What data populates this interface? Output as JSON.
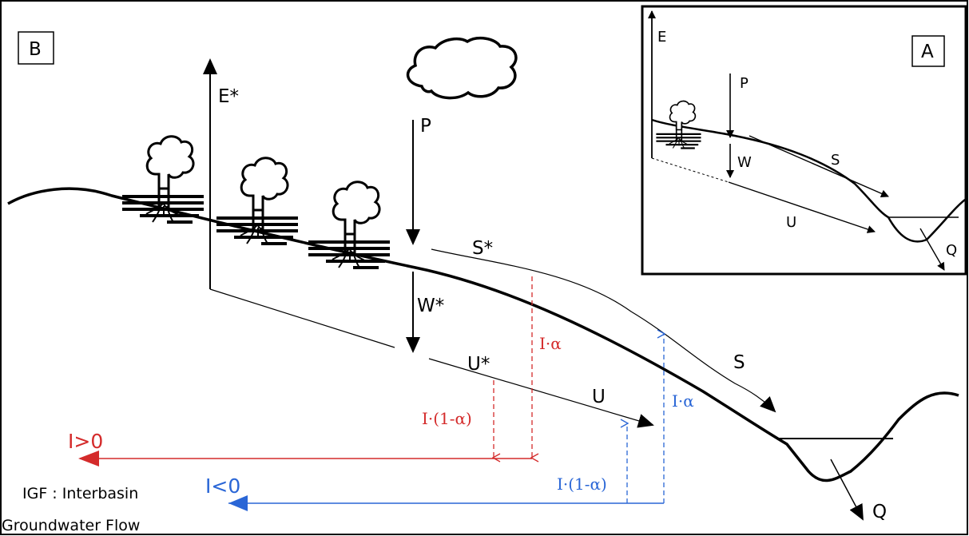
{
  "panel_b": {
    "label": "B",
    "fluxes": {
      "evaporation": "E*",
      "precipitation": "P",
      "surface_runoff": "S*",
      "soil_water": "W*",
      "underground": "U*",
      "infiltration_alpha": "I·α",
      "infiltration_one_minus_alpha": "I·(1-α)",
      "surface_out": "S",
      "underground_out": "U",
      "discharge": "Q"
    },
    "igf": {
      "positive_label": "I>0",
      "negative_label": "I<0",
      "negative_alpha_label": "I·α",
      "negative_one_minus_alpha_label": "I·(1-α)",
      "caption_line1": "IGF : Interbasin",
      "caption_line2": "Groundwater Flow"
    }
  },
  "panel_a": {
    "label": "A",
    "fluxes": {
      "evaporation": "E",
      "precipitation": "P",
      "soil_water": "W",
      "surface": "S",
      "underground": "U",
      "discharge": "Q"
    }
  },
  "colors": {
    "positive_igf": "#d42b2b",
    "negative_igf": "#2a66d6",
    "ink": "#000000"
  }
}
